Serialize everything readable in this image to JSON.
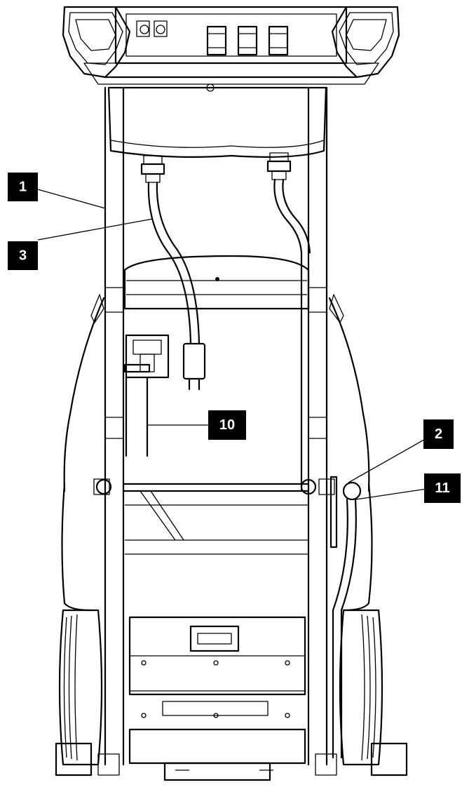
{
  "callouts": [
    {
      "id": "c1",
      "label": "1"
    },
    {
      "id": "c3",
      "label": "3"
    },
    {
      "id": "c10",
      "label": "10"
    },
    {
      "id": "c2",
      "label": "2"
    },
    {
      "id": "c11",
      "label": "11"
    }
  ],
  "colors": {
    "ink": "#000000",
    "paper": "#ffffff"
  }
}
